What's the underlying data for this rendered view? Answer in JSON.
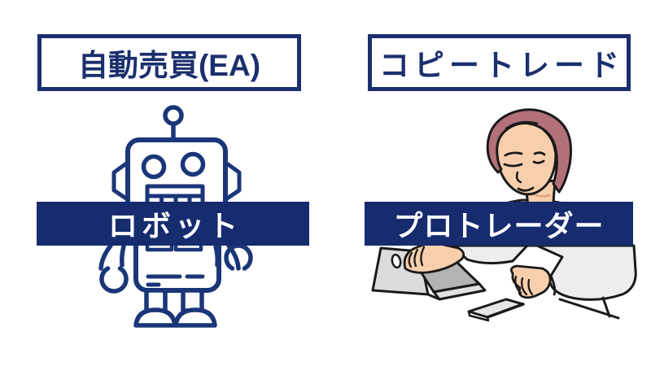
{
  "diagram": {
    "left": {
      "header": "自動売買(EA)",
      "banner": "ロボット",
      "illustration": "robot-icon"
    },
    "right": {
      "header": "コピートレード",
      "banner": "プロトレーダー",
      "illustration": "pro-trader-at-laptop-icon"
    }
  },
  "colors": {
    "header_text": "#1b2f6e",
    "header_border": "#1b2f6e",
    "banner_background": "#172b6f",
    "banner_text": "#ffffff",
    "robot_line": "#1a3678",
    "person_outline": "#1a1a1a",
    "hair": "#b27179",
    "skin": "#f8cfad",
    "shirt": "#ededed",
    "laptop_lid": "#dcdcdc",
    "laptop_screen": "#b3b3b3",
    "phone": "#e6e6e6",
    "background": "#ffffff"
  }
}
